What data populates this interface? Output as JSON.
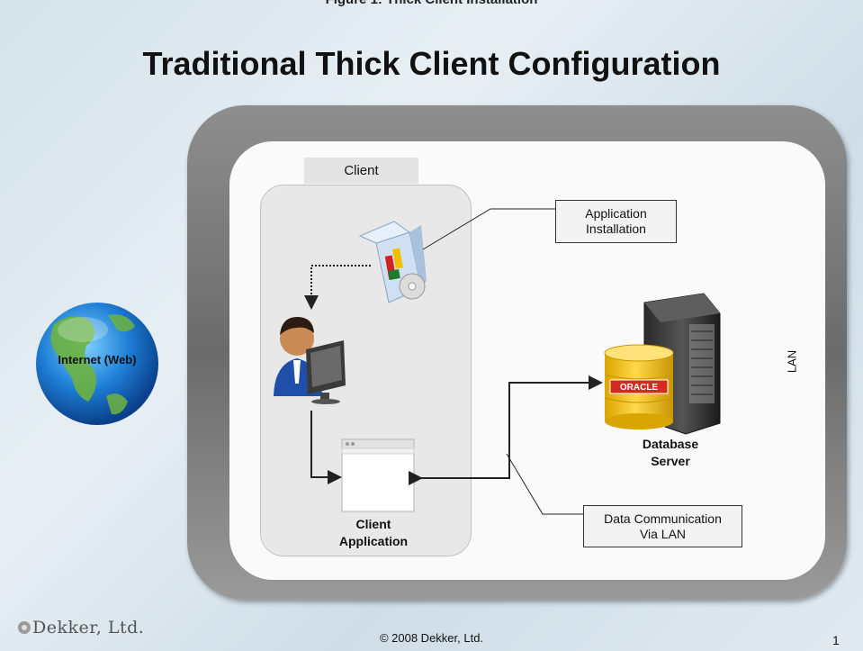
{
  "caption_top": "Figure 1: Thick Client Installation",
  "title": "Traditional Thick Client Configuration",
  "client_tab": "Client",
  "callout_install": [
    "Application",
    "Installation"
  ],
  "callout_data": [
    "Data Communication",
    "Via LAN"
  ],
  "client_app_label": [
    "Client",
    "Application"
  ],
  "db_label": [
    "Database",
    "Server"
  ],
  "oracle_label": "ORACLE",
  "lan_label": "LAN",
  "internet_label": "Internet (Web)",
  "footer": {
    "logo": "Dekker, Ltd.",
    "copyright": "© 2008 Dekker, Ltd.",
    "page": "1"
  },
  "colors": {
    "frame": "#7b7b7b",
    "background": "#dce7ee",
    "oracle_red": "#d52b1e",
    "db_yellow": "#f2c200"
  },
  "icons": [
    "install-box-icon",
    "user-workstation-icon",
    "app-window-icon",
    "database-server-icon",
    "oracle-db-icon",
    "globe-icon",
    "dekker-logo-icon"
  ]
}
